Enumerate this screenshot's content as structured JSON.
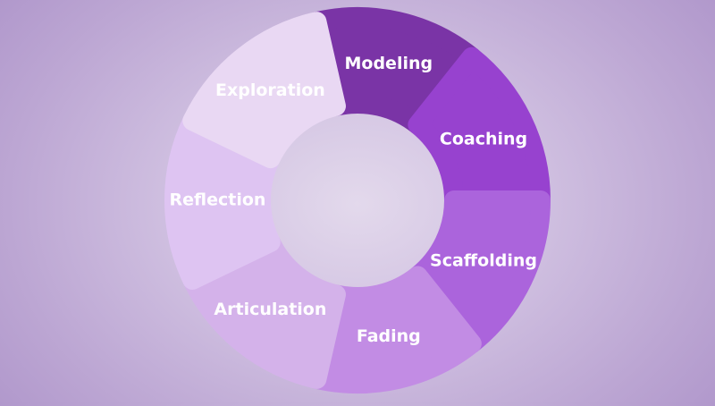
{
  "diagram": {
    "segments": [
      {
        "label": "Modeling",
        "color": "#7a34a6"
      },
      {
        "label": "Coaching",
        "color": "#9742cf"
      },
      {
        "label": "Scaffolding",
        "color": "#ab64dc"
      },
      {
        "label": "Fading",
        "color": "#c28ce4"
      },
      {
        "label": "Articulation",
        "color": "#d4b2ea"
      },
      {
        "label": "Reflection",
        "color": "#dec4f2"
      },
      {
        "label": "Exploration",
        "color": "#e9d8f3"
      }
    ]
  }
}
